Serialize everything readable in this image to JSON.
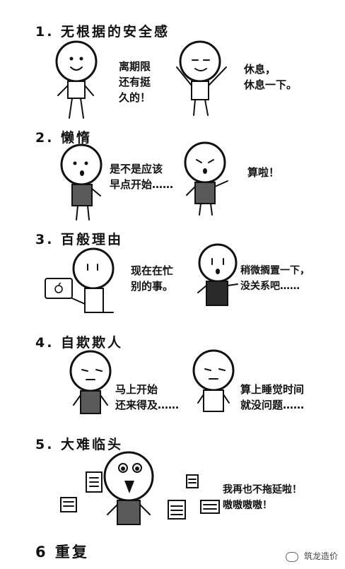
{
  "panels": [
    {
      "title": "1. 无根据的安全感",
      "left_text": "离期限\n还有挺\n久的！",
      "right_text": "休息，\n休息一下。"
    },
    {
      "title": "2. 懒惰",
      "left_text": "是不是应该\n早点开始……",
      "right_text": "算啦！"
    },
    {
      "title": "3. 百般理由",
      "left_text": "现在在忙\n别的事。",
      "right_text": "稍微搁置一下，\n没关系吧……"
    },
    {
      "title": "4. 自欺欺人",
      "left_text": "马上开始\n还来得及……",
      "right_text": "算上睡觉时间\n就没问题……"
    },
    {
      "title": "5. 大难临头",
      "right_text": "我再也不拖延啦！\n嗷嗷嗷嗷！"
    },
    {
      "title": "6 重复"
    }
  ],
  "watermark": "筑龙造价",
  "icons": {
    "watermark": "wechat-logo-icon",
    "laptop": "apple-logo-icon"
  }
}
